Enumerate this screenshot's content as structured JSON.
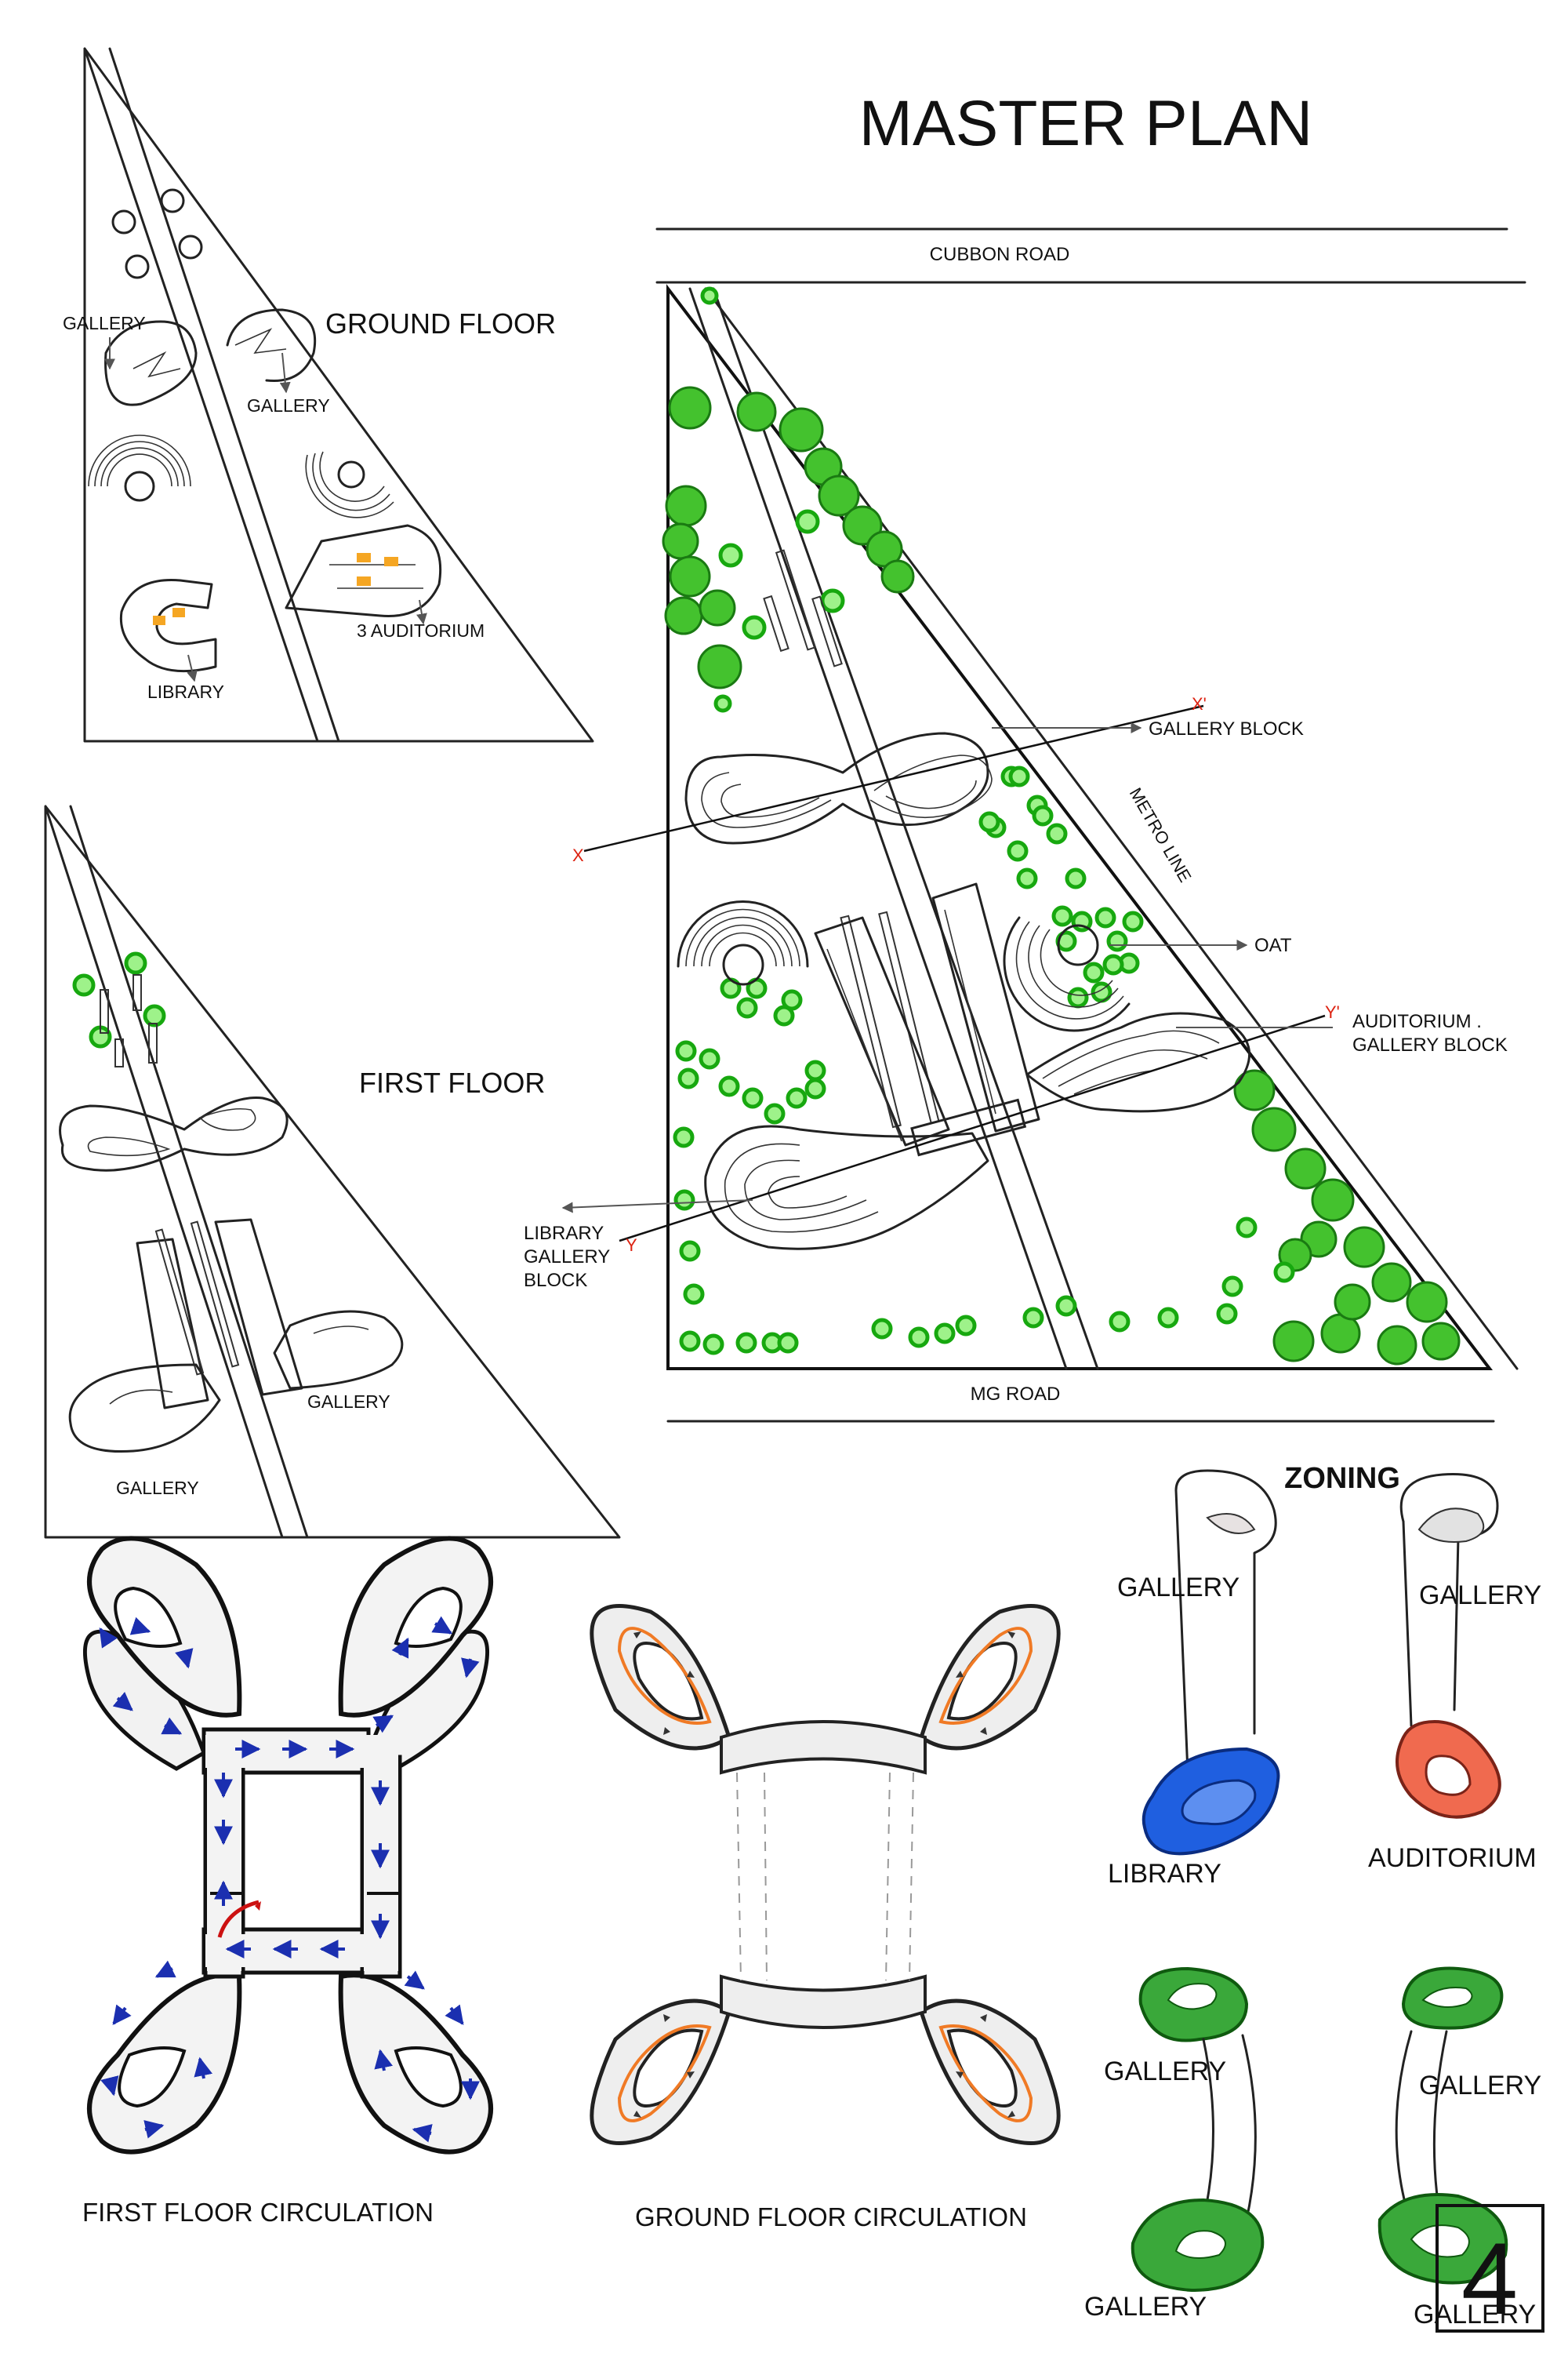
{
  "title": "MASTER PLAN",
  "page_number": "4",
  "ground_floor": {
    "title": "GROUND FLOOR",
    "labels": [
      "GALLERY",
      "GALLERY",
      "3 AUDITORIUM",
      "LIBRARY"
    ]
  },
  "first_floor": {
    "title": "FIRST FLOOR",
    "labels": [
      "GALLERY",
      "GALLERY"
    ]
  },
  "master_plan": {
    "roads": {
      "top": "CUBBON ROAD",
      "bottom": "MG ROAD",
      "side": "METRO LINE"
    },
    "callouts": {
      "gallery_block": "GALLERY BLOCK",
      "oat": "OAT",
      "auditorium_gallery_1": "AUDITORIUM .",
      "auditorium_gallery_2": "GALLERY BLOCK",
      "library_1": "LIBRARY",
      "library_2": "GALLERY",
      "library_3": "BLOCK"
    },
    "section_marks": {
      "x": "X",
      "x_prime": "X'",
      "y": "Y",
      "y_prime": "Y'"
    }
  },
  "zoning": {
    "title": "ZONING",
    "labels": {
      "gallery_tl": "GALLERY",
      "gallery_tr": "GALLERY",
      "library": "LIBRARY",
      "auditorium": "AUDITORIUM",
      "gallery_ml": "GALLERY",
      "gallery_mr": "GALLERY",
      "gallery_bl": "GALLERY",
      "gallery_br": "GALLERY"
    },
    "colors": {
      "library": "#1f5fe0",
      "auditorium": "#f06a4f",
      "gallery": "#3aa83a"
    }
  },
  "circulation": {
    "first_floor": "FIRST FLOOR CIRCULATION",
    "ground_floor": "GROUND FLOOR CIRCULATION"
  }
}
